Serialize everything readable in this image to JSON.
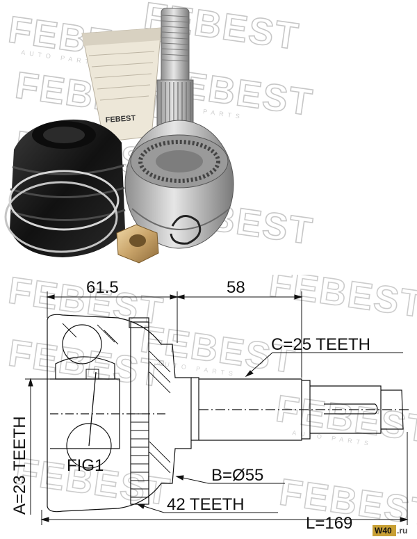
{
  "watermark": {
    "brand": "FEBEST",
    "sub": "AUTO PARTS"
  },
  "packaging": {
    "brand": "FEBEST"
  },
  "dimensions": {
    "width_1": "61.5",
    "width_2": "58",
    "outer_spline": "C=25 TEETH",
    "inner_spline": "A=23 TEETH",
    "seal_diameter": "B=Ø55",
    "abs_ring": "42 TEETH",
    "length": "L=169",
    "figure_label": "FIG1"
  },
  "site_mark": {
    "prefix": "W40",
    "suffix": ".ru"
  },
  "colors": {
    "line": "#111111",
    "watermark": "#9a9a9a",
    "boot": "#1a1a1a",
    "metal": "#b8b8b8"
  }
}
